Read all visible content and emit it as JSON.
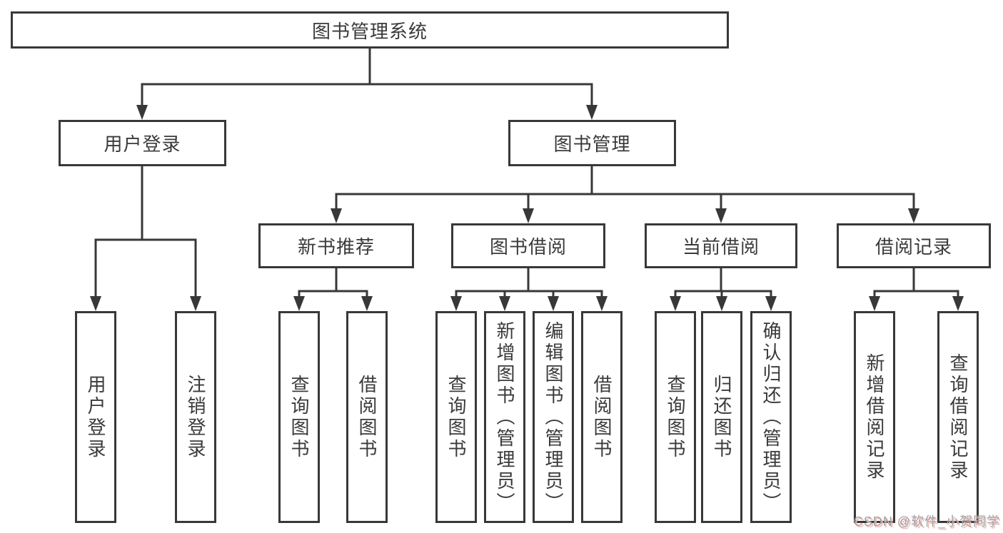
{
  "diagram": {
    "root": {
      "label": "图书管理系统",
      "children": [
        "用户登录",
        "图书管理"
      ]
    },
    "level2": [
      {
        "label": "用户登录",
        "parent": "图书管理系统",
        "children": [
          "用户登录",
          "注销登录"
        ]
      },
      {
        "label": "图书管理",
        "parent": "图书管理系统",
        "children": [
          "新书推荐",
          "图书借阅",
          "当前借阅",
          "借阅记录"
        ]
      }
    ],
    "level3": [
      {
        "label": "新书推荐",
        "parent": "图书管理",
        "children": [
          "查询图书",
          "借阅图书"
        ]
      },
      {
        "label": "图书借阅",
        "parent": "图书管理",
        "children": [
          "查询图书",
          "新增图书（管理员）",
          "编辑图书（管理员）",
          "借阅图书"
        ]
      },
      {
        "label": "当前借阅",
        "parent": "图书管理",
        "children": [
          "查询图书",
          "归还图书",
          "确认归还（管理员）"
        ]
      },
      {
        "label": "借阅记录",
        "parent": "图书管理",
        "children": [
          "新增借阅记录",
          "查询借阅记录"
        ]
      }
    ],
    "leaves": [
      {
        "label": "用户登录",
        "parent": "用户登录"
      },
      {
        "label": "注销登录",
        "parent": "用户登录"
      },
      {
        "label": "查询图书",
        "parent": "新书推荐"
      },
      {
        "label": "借阅图书",
        "parent": "新书推荐"
      },
      {
        "label": "查询图书",
        "parent": "图书借阅"
      },
      {
        "label": "新增图书（管理员）",
        "parent": "图书借阅"
      },
      {
        "label": "编辑图书（管理员）",
        "parent": "图书借阅"
      },
      {
        "label": "借阅图书",
        "parent": "图书借阅"
      },
      {
        "label": "查询图书",
        "parent": "当前借阅"
      },
      {
        "label": "归还图书",
        "parent": "当前借阅"
      },
      {
        "label": "确认归还（管理员）",
        "parent": "当前借阅"
      },
      {
        "label": "新增借阅记录",
        "parent": "借阅记录"
      },
      {
        "label": "查询借阅记录",
        "parent": "借阅记录"
      }
    ]
  },
  "watermark": {
    "text": "CSDN @软件_小贺同学"
  },
  "colors": {
    "line": "#383838",
    "text": "#3a3a3a",
    "background": "#ffffff",
    "watermark_text": "#a3a3a3",
    "watermark_shadow": "#efb6b6"
  }
}
